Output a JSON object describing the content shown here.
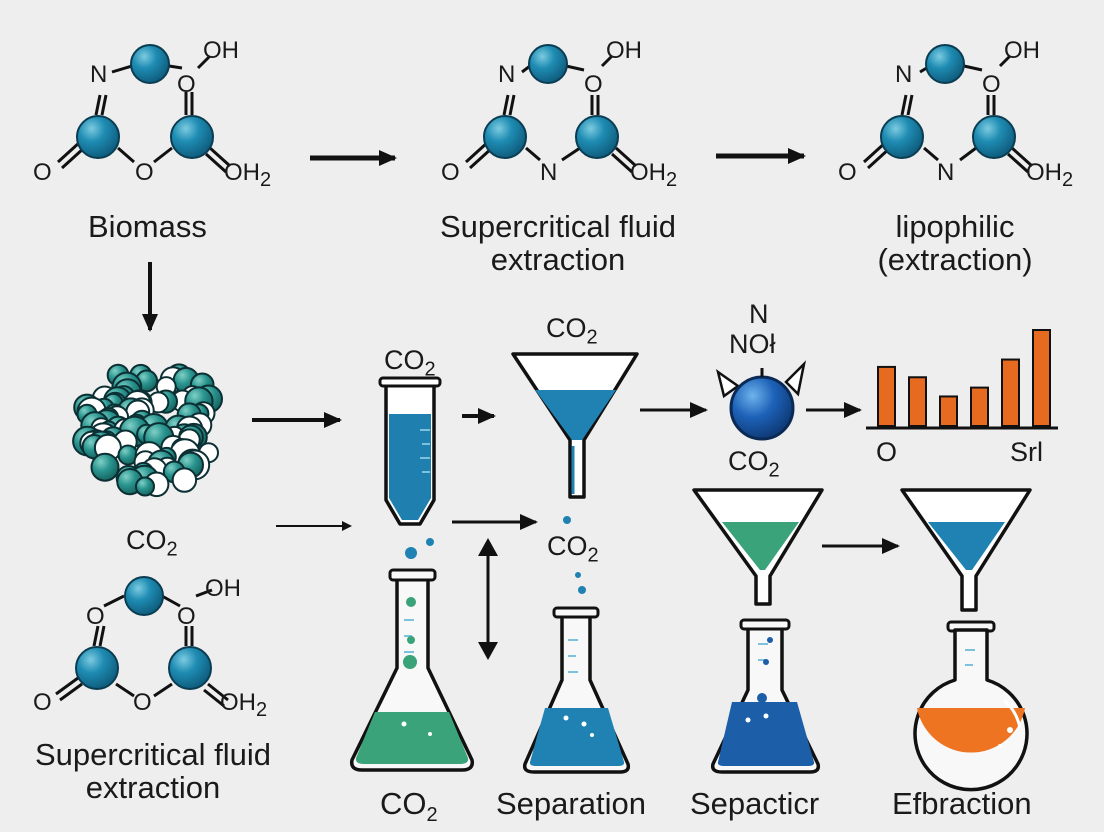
{
  "atoms": {
    "n": "N",
    "o": "O",
    "oh": "OH",
    "oh2": "OH",
    "two": "2"
  },
  "captions": {
    "biomass": "Biomass",
    "sfe_top_line1": "Supercritical fluid",
    "sfe_top_line2": "extraction",
    "lipophilic_line1": "lipophilic",
    "lipophilic_line2": "(extraction)",
    "sfe_bottom_line1": "Supercritical fluid",
    "sfe_bottom_line2": "extraction",
    "separation": "Separation",
    "sepacticr": "Sepacticr",
    "efbraction": "Efbraction"
  },
  "co2": {
    "co": "CO",
    "sub": "2"
  },
  "probe": {
    "top": "N",
    "mid": "NOł"
  },
  "chart": {
    "left_label": "O",
    "right_label": "Srl"
  },
  "chart_data": {
    "type": "bar",
    "categories": [
      "O",
      "",
      "",
      "",
      "",
      "Srl"
    ],
    "values": [
      4.0,
      3.3,
      2.0,
      2.6,
      4.5,
      6.5
    ],
    "color": "#e66a1f"
  },
  "colors": {
    "atom_blue": "#1f7fa8",
    "atom_teal": "#2a8c8a",
    "liquid_blue": "#1f82b2",
    "liquid_green": "#3aa37a",
    "liquid_dark_blue": "#1c5ea8",
    "liquid_orange": "#ee7422",
    "bar_orange": "#e66a1f",
    "ink": "#1a1a1a"
  }
}
